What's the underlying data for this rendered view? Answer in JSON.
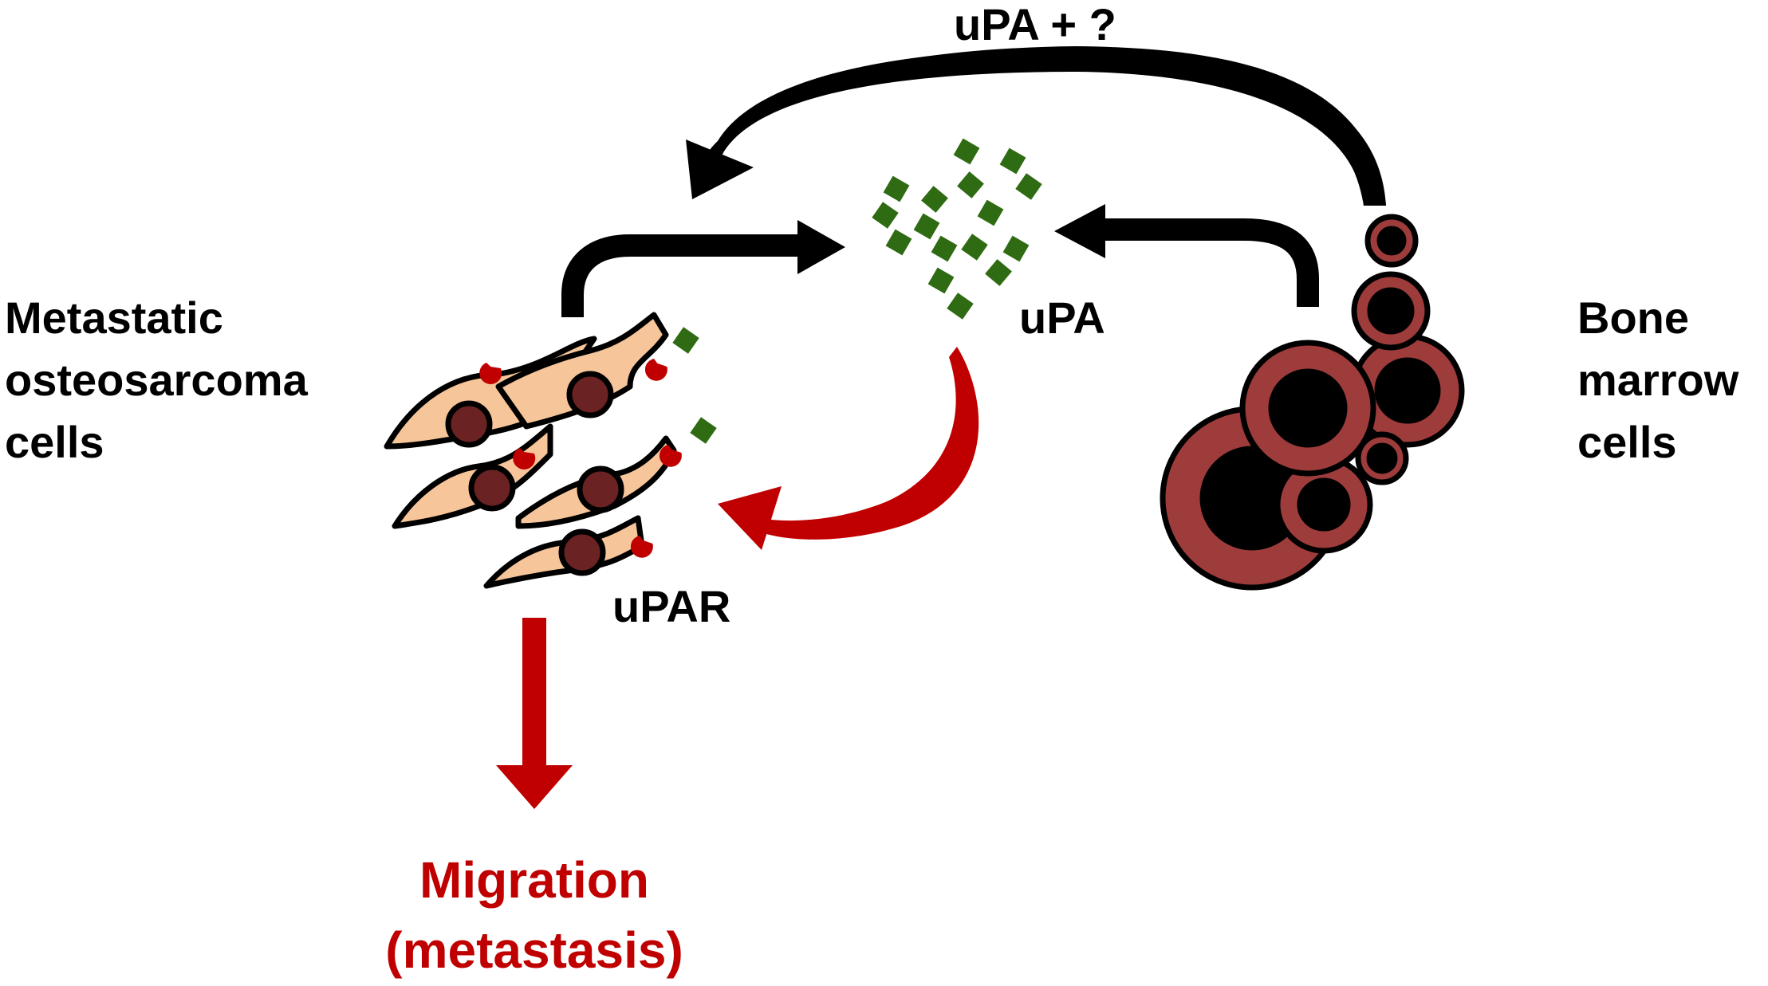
{
  "labels": {
    "osteosarcoma": [
      "Metastatic",
      "osteosarcoma",
      "cells"
    ],
    "bone_marrow": [
      "Bone",
      "marrow",
      "cells"
    ],
    "top_arrow": "uPA + ?",
    "upa": "uPA",
    "upar": "uPAR",
    "outcome": [
      "Migration",
      "(metastasis)"
    ]
  },
  "colors": {
    "text": "#000000",
    "red": "#c00000",
    "cell_fill": "#f7c59a",
    "nucleus": "#6b2222",
    "marrow_ring": "#9e3b3b",
    "upa_green": "#2f6b12"
  }
}
